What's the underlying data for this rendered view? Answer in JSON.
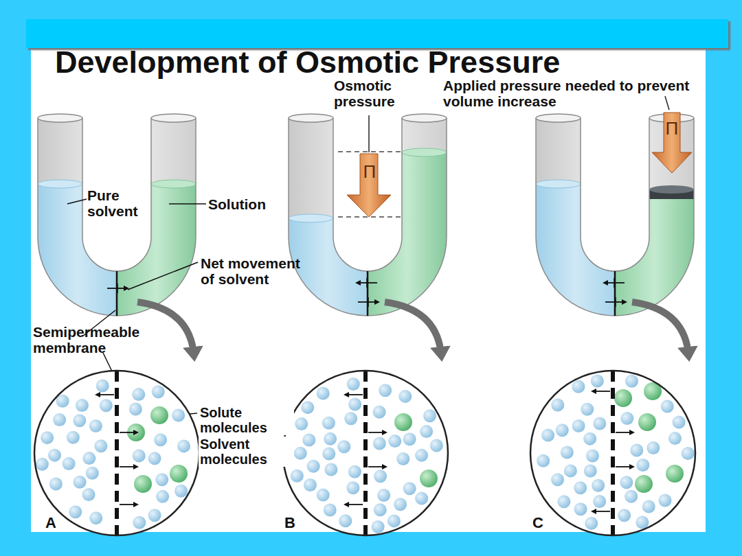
{
  "diagram": {
    "title": "Development of Osmotic Pressure",
    "labels": [
      "Osmotic pressure",
      "Applied pressure needed to prevent volume increase",
      "Π",
      "Π",
      "Pure solvent",
      "Solution",
      "Net movement of solvent",
      "Semipermeable membrane",
      "Solute molecules",
      "Solvent molecules",
      "A",
      "B",
      "C"
    ]
  }
}
